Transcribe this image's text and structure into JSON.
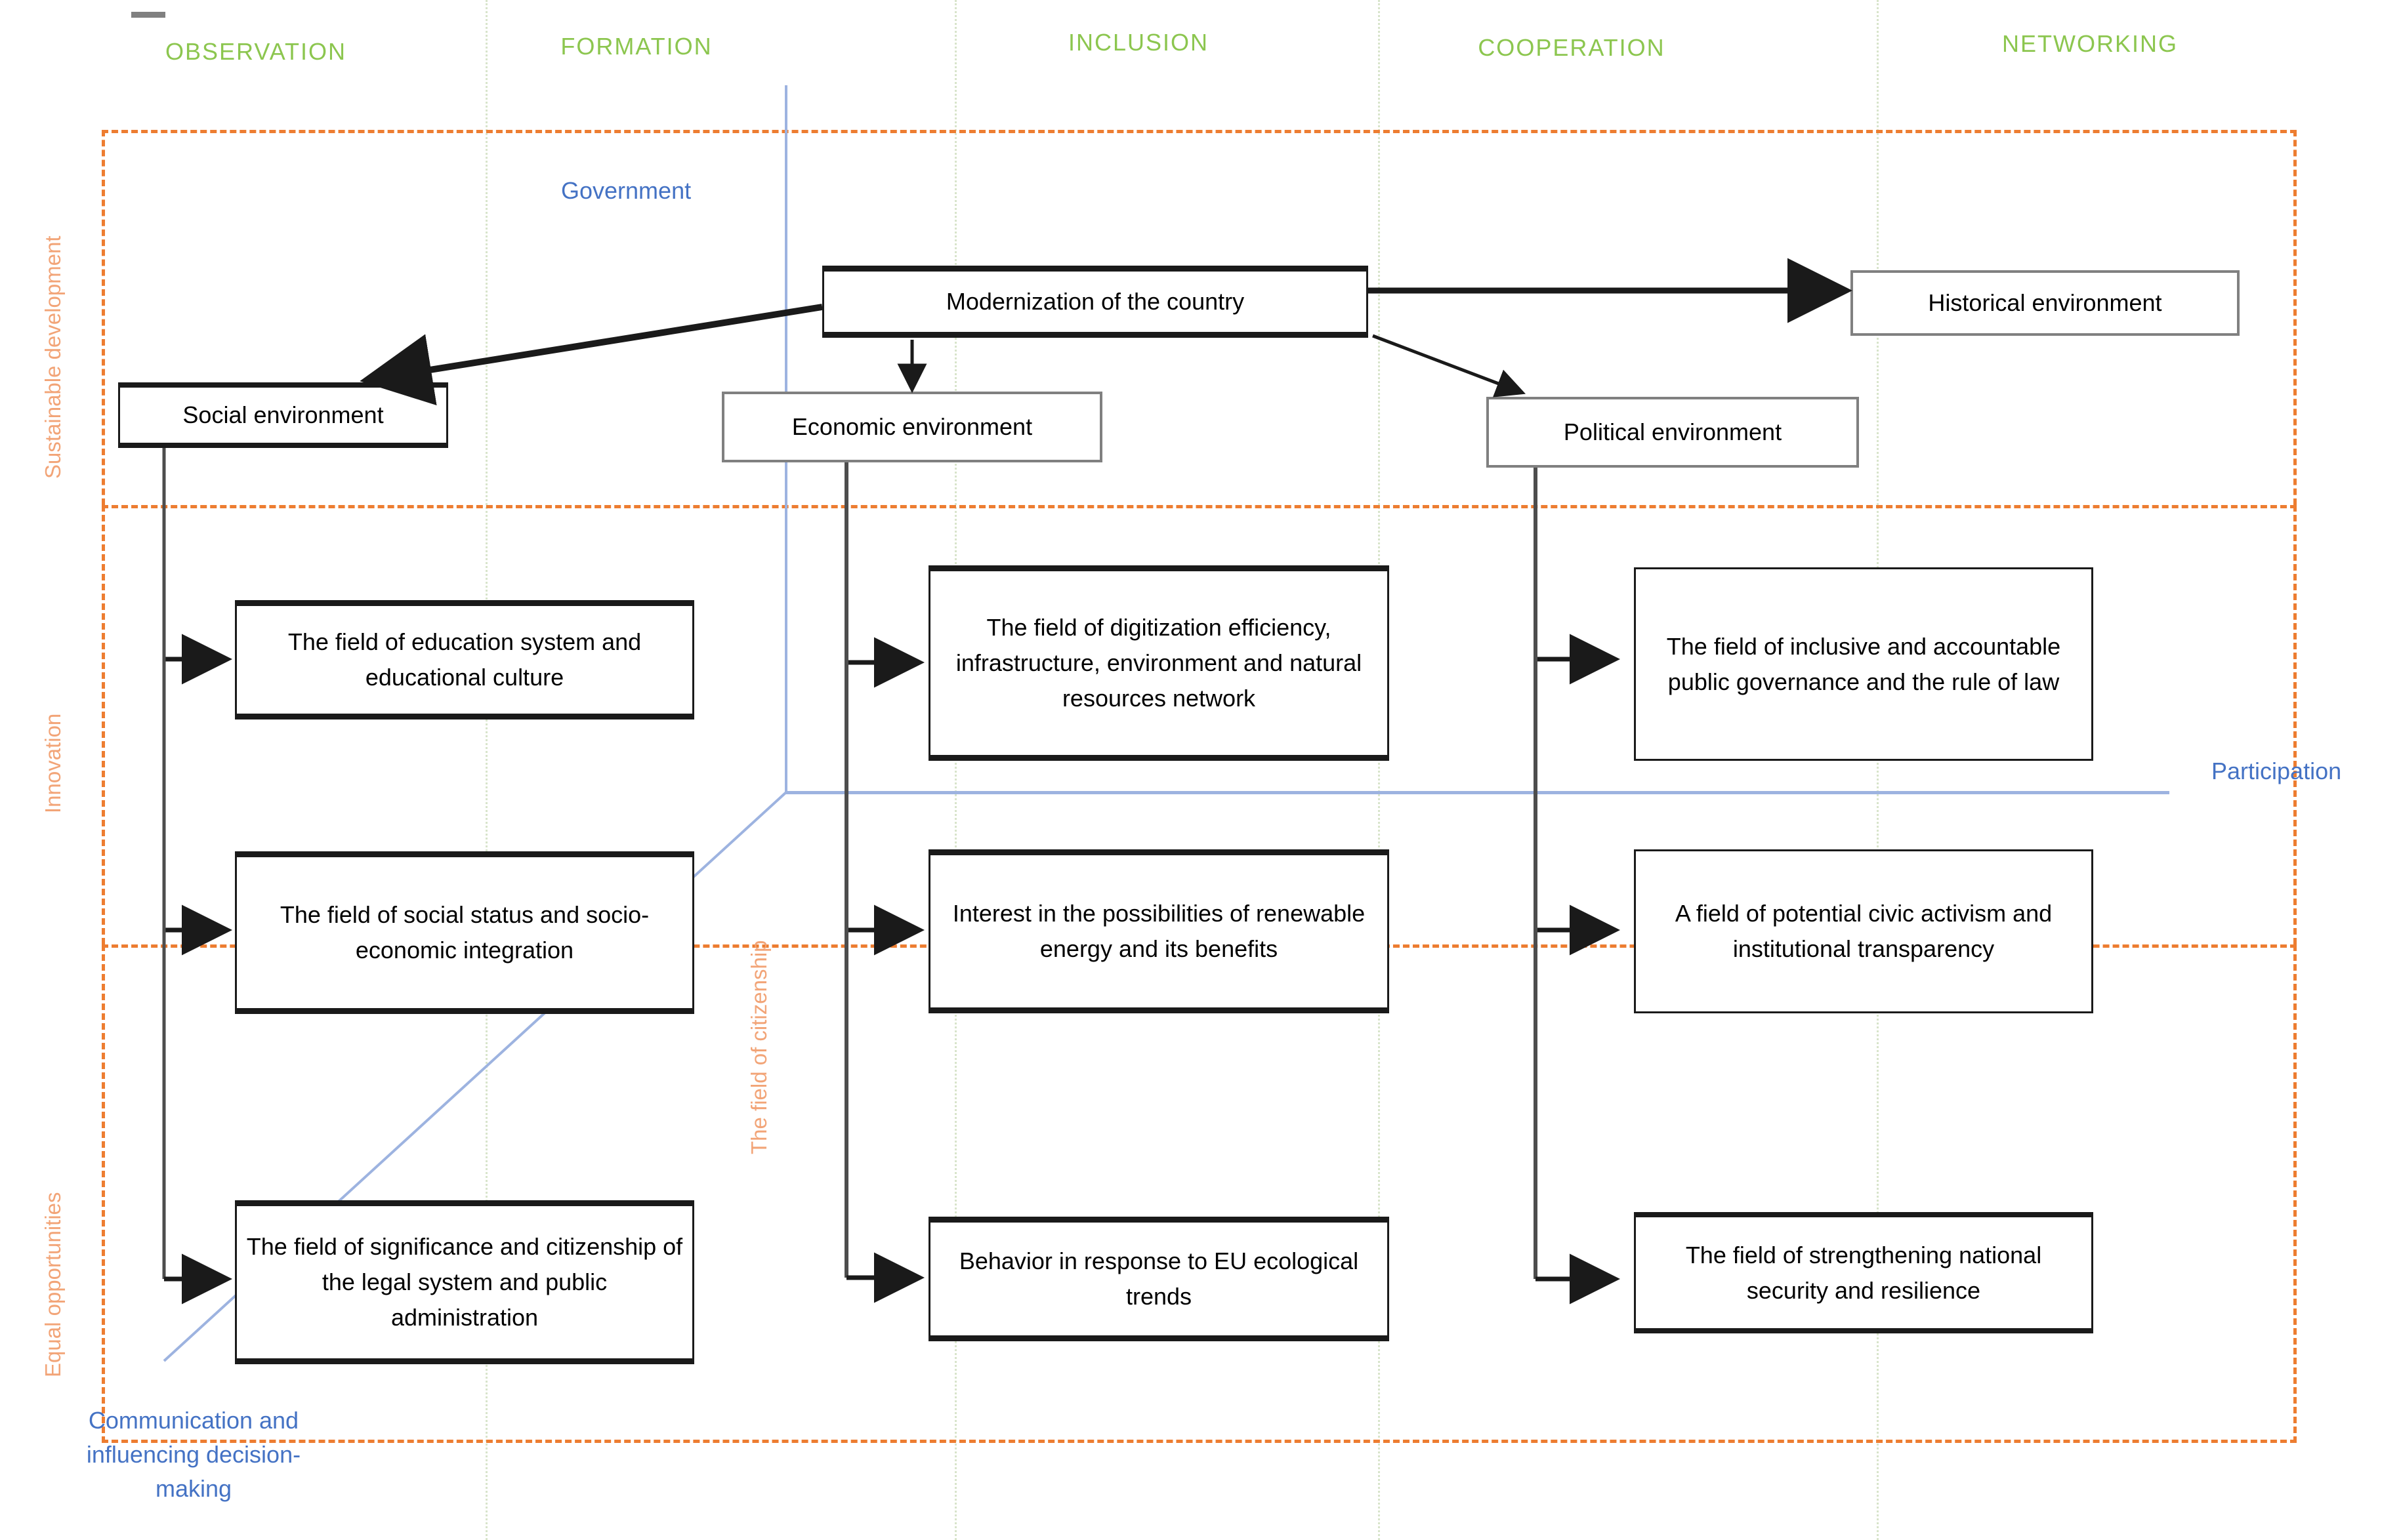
{
  "columns": [
    {
      "label": "OBSERVATION"
    },
    {
      "label": "FORMATION"
    },
    {
      "label": "INCLUSION"
    },
    {
      "label": "COOPERATION"
    },
    {
      "label": "NETWORKING"
    }
  ],
  "row_labels": [
    {
      "label": "Sustainable development"
    },
    {
      "label": "Innovation"
    },
    {
      "label": "Equal opportunities"
    }
  ],
  "annotations": {
    "government": "Government",
    "participation": "Participation",
    "communication": "Communication and influencing decision-making",
    "citizenship": "The field of citizenship"
  },
  "top_boxes": {
    "root": "Modernization of the country",
    "historical": "Historical environment",
    "social": "Social environment",
    "economic": "Economic environment",
    "political": "Political environment"
  },
  "field_boxes": {
    "social": [
      "The field of education system and educational culture",
      "The field of social status and socio-economic integration",
      "The field of significance and citizenship of the legal system and public administration"
    ],
    "economic": [
      "The field of digitization efficiency, infrastructure, environment and natural resources network",
      "Interest in the possibilities of renewable energy and its benefits",
      "Behavior in response to EU ecological trends"
    ],
    "political": [
      "The field of inclusive and accountable public governance and the rule of law",
      "A field of potential civic activism and institutional transparency",
      "The field of strengthening national security and resilience"
    ]
  },
  "colors": {
    "column_header": "#8cc64f",
    "band_dashed": "#ed7d31",
    "row_label": "#f2a477",
    "blue_annotation": "#4472c4",
    "blue_line": "#9db3e0",
    "box_border_dark": "#1a1a1a",
    "box_border_gray": "#808080",
    "column_separator": "#d8e4cb"
  }
}
